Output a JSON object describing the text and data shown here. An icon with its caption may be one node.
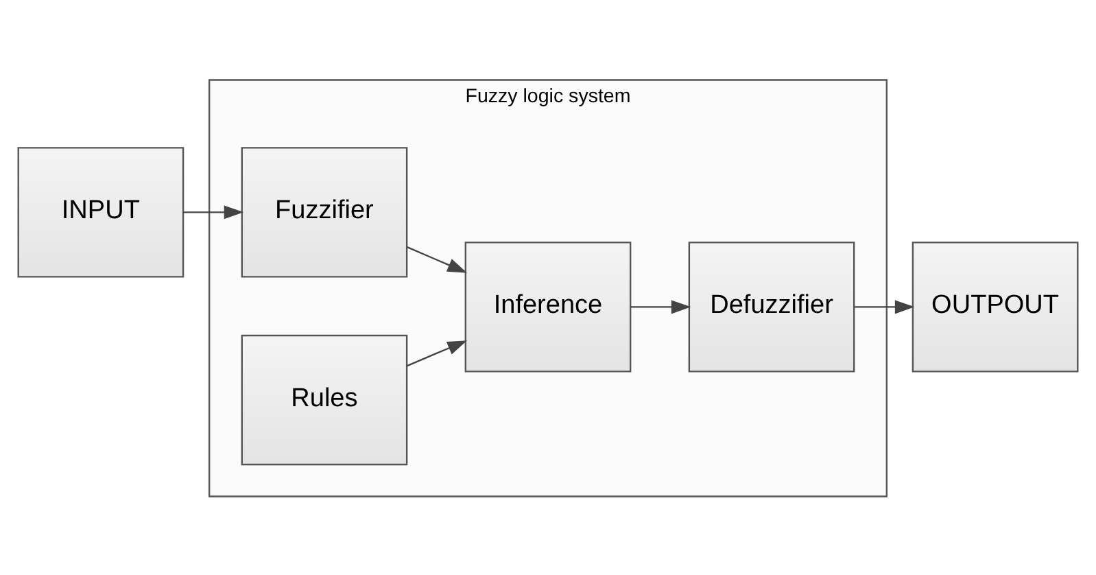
{
  "diagram": {
    "nodes": [
      {
        "text": [
          "INPUT"
        ]
      },
      {
        "text": [
          "Fuzzy logic system"
        ]
      },
      {
        "text": [
          "Fuzzifier"
        ],
        "in": 1
      },
      {
        "text": [
          "Inference"
        ],
        "in": 1
      },
      {
        "text": [
          "Defuzzifier"
        ],
        "in": 1
      },
      {
        "text": [
          "Rules"
        ],
        "in": 1
      },
      {
        "text": [
          "OUTPOUT"
        ]
      }
    ],
    "edges": [
      {
        "from": 0,
        "to": 2,
        "arrow": "to"
      },
      {
        "from": 2,
        "to": 3,
        "arrow": "to"
      },
      {
        "from": 3,
        "to": 4,
        "arrow": "to"
      },
      {
        "from": 4,
        "to": 6,
        "arrow": "to"
      },
      {
        "from": 5,
        "to": 3,
        "arrow": "to"
      }
    ]
  }
}
